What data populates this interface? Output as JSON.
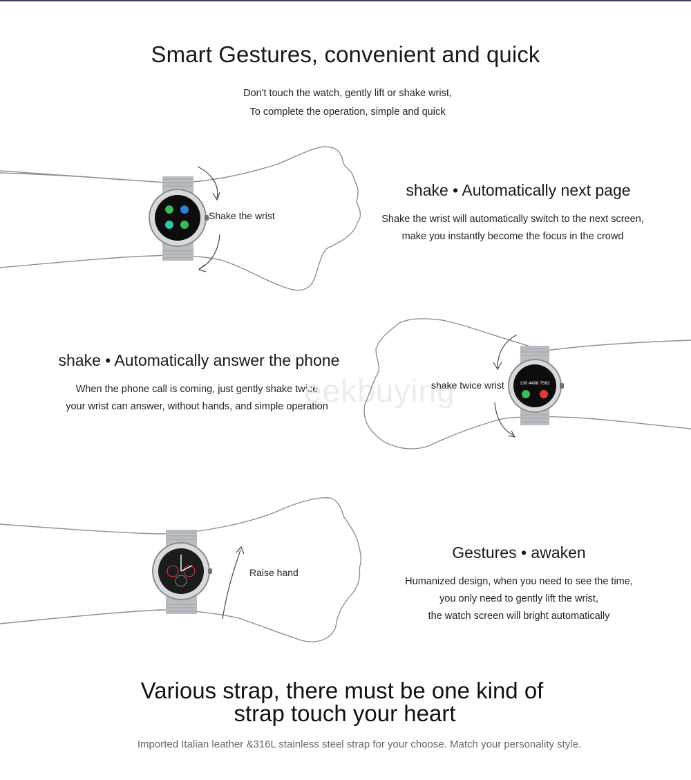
{
  "intro": {
    "title": "Smart Gestures, convenient and quick",
    "line1": "Don't touch the watch, gently lift or shake wrist,",
    "line2": "To complete the operation, simple and quick"
  },
  "section1": {
    "heading": "shake • Automatically next page",
    "line1": "Shake the wrist will automatically switch to the next screen,",
    "line2": "make you instantly become the focus in the crowd",
    "gesture_label": "Shake the wrist"
  },
  "section2": {
    "heading": "shake • Automatically answer the phone",
    "line1": "When the phone call is coming, just gently shake twice",
    "line2": "your wrist can answer, without hands, and simple operation",
    "gesture_label": "shake twice wrist",
    "screen_number": "130 4498 7562"
  },
  "section3": {
    "heading": "Gestures • awaken",
    "line1": "Humanized design, when you need to see the time,",
    "line2": "you only need to gently lift the wrist,",
    "line3": "the watch screen will bright automatically",
    "gesture_label": "Raise hand"
  },
  "straps": {
    "line1": "Various strap, there must be one kind of",
    "line2": "strap touch your heart",
    "note": "Imported Italian leather &316L stainless steel strap for your choose.  Match your personality style."
  },
  "watermark": "eekbuying",
  "colors": {
    "text": "#1a1a1a",
    "outline": "#8f8f8f",
    "call_green": "#3cba54",
    "call_red": "#e53935",
    "app_blue": "#2f7fd8"
  }
}
